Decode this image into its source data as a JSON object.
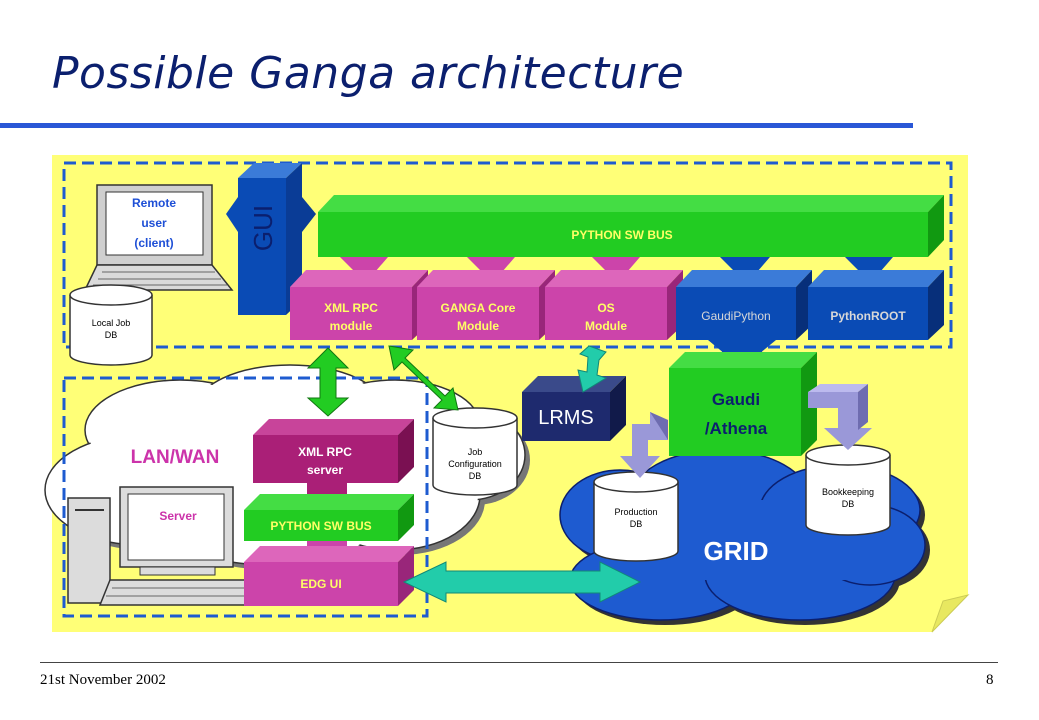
{
  "slide": {
    "title": "Possible Ganga architecture",
    "footer_date": "21st November 2002",
    "page_number": "8"
  },
  "diagram": {
    "remote_user": [
      "Remote",
      "user",
      "(client)"
    ],
    "local_job_db": [
      "Local Job",
      "DB"
    ],
    "gui": "GUI",
    "python_sw_bus_top": "PYTHON SW BUS",
    "modules": {
      "xml_rpc_module": [
        "XML RPC",
        "module"
      ],
      "ganga_core": [
        "GANGA Core",
        "Module"
      ],
      "os_module": [
        "OS",
        "Module"
      ],
      "gaudipython": "GaudiPython",
      "pythonroot": "PythonROOT"
    },
    "lan_wan": "LAN/WAN",
    "server": "Server",
    "xml_rpc_server": [
      "XML RPC",
      "server"
    ],
    "python_sw_bus_server": "PYTHON SW BUS",
    "edg_ui": "EDG UI",
    "job_config_db": [
      "Job",
      "Configuration",
      "DB"
    ],
    "lrms": "LRMS",
    "gaudi_athena": [
      "Gaudi",
      "/Athena"
    ],
    "grid": "GRID",
    "production_db": [
      "Production",
      "DB"
    ],
    "bookkeeping_db": [
      "Bookkeeping",
      "DB"
    ]
  },
  "colors": {
    "title": "#0b1f6e",
    "rule": "#2a57d6",
    "note_bg": "#ffff77",
    "green": "#22cc22",
    "magenta": "#cc44aa",
    "dark_magenta": "#aa1f77",
    "blue": "#0a4bb5",
    "navy": "#1e2a6e",
    "grid_blue": "#1e5bd0",
    "teal": "#22ccaa",
    "lavender": "#9a98d8"
  }
}
